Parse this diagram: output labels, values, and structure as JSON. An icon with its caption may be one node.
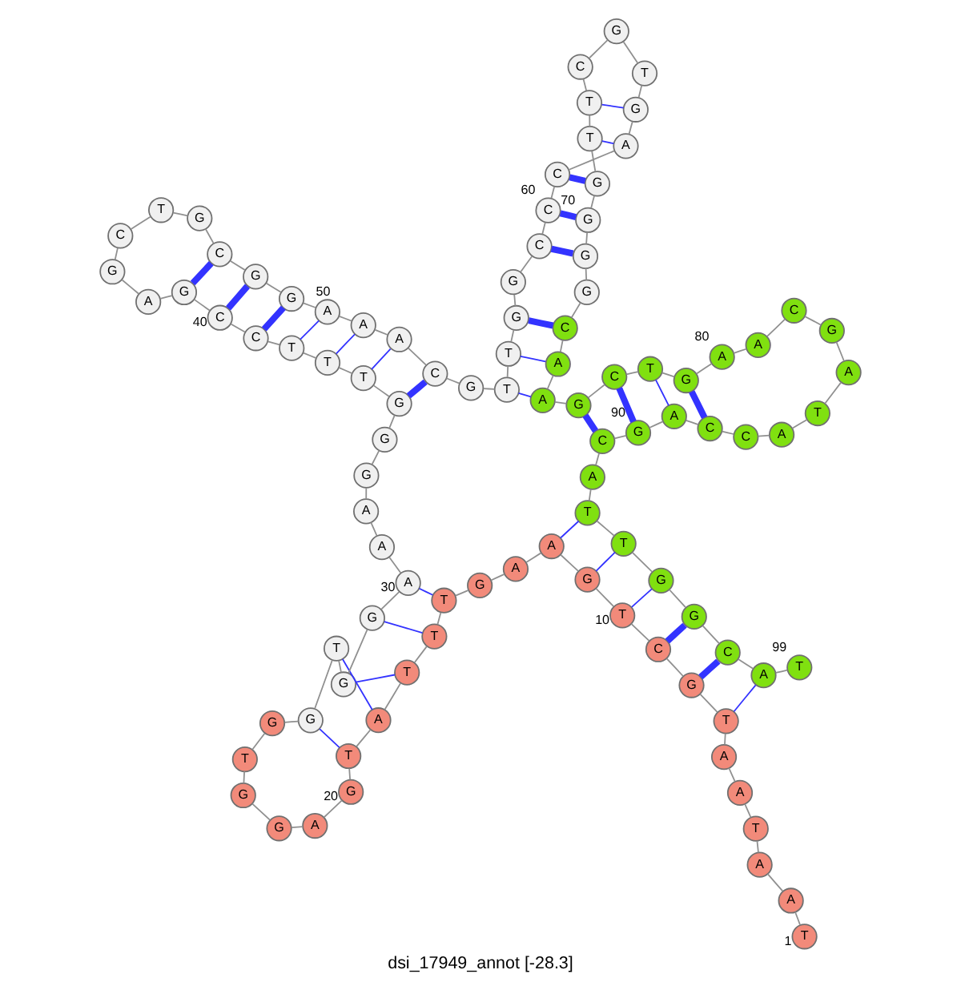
{
  "diagram": {
    "caption": "dsi_17949_annot [-28.3]",
    "nodes": [
      {
        "text": [
          "T"
        ],
        "beside": [
          "1"
        ]
      },
      {
        "text": [
          "A"
        ]
      },
      {
        "text": [
          "A"
        ]
      },
      {
        "text": [
          "T"
        ]
      },
      {
        "text": [
          "A"
        ]
      },
      {
        "text": [
          "A"
        ]
      },
      {
        "text": [
          "T"
        ]
      },
      {
        "text": [
          "G"
        ]
      },
      {
        "text": [
          "C"
        ]
      },
      {
        "text": [
          "T"
        ],
        "beside": [
          "10"
        ]
      },
      {
        "text": [
          "G"
        ]
      },
      {
        "text": [
          "A"
        ]
      },
      {
        "text": [
          "A"
        ]
      },
      {
        "text": [
          "G"
        ]
      },
      {
        "text": [
          "T"
        ]
      },
      {
        "text": [
          "T"
        ]
      },
      {
        "text": [
          "T"
        ]
      },
      {
        "text": [
          "A"
        ]
      },
      {
        "text": [
          "T"
        ]
      },
      {
        "text": [
          "G"
        ],
        "beside": [
          "20"
        ]
      },
      {
        "text": [
          "A"
        ]
      },
      {
        "text": [
          "G"
        ]
      },
      {
        "text": [
          "G"
        ]
      },
      {
        "text": [
          "T"
        ]
      },
      {
        "text": [
          "G"
        ]
      },
      {
        "text": [
          "G"
        ]
      },
      {
        "text": [
          "T"
        ]
      },
      {
        "text": [
          "G"
        ]
      },
      {
        "text": [
          "G"
        ]
      },
      {
        "text": [
          "A"
        ],
        "beside": [
          "30"
        ]
      },
      {
        "text": [
          "A"
        ]
      },
      {
        "text": [
          "A"
        ]
      },
      {
        "text": [
          "G"
        ]
      },
      {
        "text": [
          "G"
        ]
      },
      {
        "text": [
          "G"
        ]
      },
      {
        "text": [
          "T"
        ]
      },
      {
        "text": [
          "T"
        ]
      },
      {
        "text": [
          "T"
        ]
      },
      {
        "text": [
          "C"
        ]
      },
      {
        "text": [
          "C"
        ],
        "beside": [
          "40"
        ]
      },
      {
        "text": [
          "G"
        ]
      },
      {
        "text": [
          "A"
        ]
      },
      {
        "text": [
          "G"
        ]
      },
      {
        "text": [
          "C"
        ]
      },
      {
        "text": [
          "T"
        ]
      },
      {
        "text": [
          "G"
        ]
      },
      {
        "text": [
          "C"
        ]
      },
      {
        "text": [
          "G"
        ]
      },
      {
        "text": [
          "G"
        ]
      },
      {
        "text": [
          "A"
        ],
        "beside": [
          "50"
        ]
      },
      {
        "text": [
          "A"
        ]
      },
      {
        "text": [
          "A"
        ]
      },
      {
        "text": [
          "C"
        ]
      },
      {
        "text": [
          "G"
        ]
      },
      {
        "text": [
          "T"
        ]
      },
      {
        "text": [
          "T"
        ]
      },
      {
        "text": [
          "G"
        ]
      },
      {
        "text": [
          "G"
        ]
      },
      {
        "text": [
          "C"
        ]
      },
      {
        "text": [
          "C"
        ],
        "beside": [
          "60"
        ]
      },
      {
        "text": [
          "C"
        ]
      },
      {
        "text": [
          "A"
        ]
      },
      {
        "text": [
          "G"
        ]
      },
      {
        "text": [
          "T"
        ]
      },
      {
        "text": [
          "G"
        ]
      },
      {
        "text": [
          "C"
        ]
      },
      {
        "text": [
          "T"
        ]
      },
      {
        "text": [
          "T"
        ]
      },
      {
        "text": [
          "G"
        ]
      },
      {
        "text": [
          "G"
        ],
        "beside": [
          "70"
        ]
      },
      {
        "text": [
          "G"
        ]
      },
      {
        "text": [
          "G"
        ]
      },
      {
        "text": [
          "C"
        ]
      },
      {
        "text": [
          "A"
        ]
      },
      {
        "text": [
          "A"
        ]
      },
      {
        "text": [
          "G"
        ]
      },
      {
        "text": [
          "C"
        ]
      },
      {
        "text": [
          "T"
        ]
      },
      {
        "text": [
          "G"
        ]
      },
      {
        "text": [
          "A"
        ],
        "beside": [
          "80"
        ]
      },
      {
        "text": [
          "A"
        ]
      },
      {
        "text": [
          "C"
        ]
      },
      {
        "text": [
          "G"
        ]
      },
      {
        "text": [
          "A"
        ]
      },
      {
        "text": [
          "T"
        ]
      },
      {
        "text": [
          "A"
        ]
      },
      {
        "text": [
          "C"
        ]
      },
      {
        "text": [
          "C"
        ]
      },
      {
        "text": [
          "A"
        ]
      },
      {
        "text": [
          "G"
        ],
        "beside": [
          "90"
        ]
      },
      {
        "text": [
          "C"
        ]
      },
      {
        "text": [
          "A"
        ]
      },
      {
        "text": [
          "T"
        ]
      },
      {
        "text": [
          "T"
        ]
      },
      {
        "text": [
          "G"
        ]
      },
      {
        "text": [
          "G"
        ]
      },
      {
        "text": [
          "C"
        ]
      },
      {
        "text": [
          "A"
        ]
      },
      {
        "text": [
          "T"
        ],
        "beside": [
          "99"
        ]
      }
    ],
    "edges": [
      {
        "from": 0,
        "to": 1,
        "arrow": "none"
      },
      {
        "from": 1,
        "to": 2,
        "arrow": "none"
      },
      {
        "from": 2,
        "to": 3,
        "arrow": "none"
      },
      {
        "from": 3,
        "to": 4,
        "arrow": "none"
      },
      {
        "from": 4,
        "to": 5,
        "arrow": "none"
      },
      {
        "from": 5,
        "to": 6,
        "arrow": "none"
      },
      {
        "from": 6,
        "to": 7,
        "arrow": "none"
      },
      {
        "from": 7,
        "to": 8,
        "arrow": "none"
      },
      {
        "from": 8,
        "to": 9,
        "arrow": "none"
      },
      {
        "from": 9,
        "to": 10,
        "arrow": "none"
      },
      {
        "from": 10,
        "to": 11,
        "arrow": "none"
      },
      {
        "from": 11,
        "to": 12,
        "arrow": "none"
      },
      {
        "from": 12,
        "to": 13,
        "arrow": "none"
      },
      {
        "from": 13,
        "to": 14,
        "arrow": "none"
      },
      {
        "from": 14,
        "to": 15,
        "arrow": "none"
      },
      {
        "from": 15,
        "to": 16,
        "arrow": "none"
      },
      {
        "from": 16,
        "to": 17,
        "arrow": "none"
      },
      {
        "from": 17,
        "to": 18,
        "arrow": "none"
      },
      {
        "from": 18,
        "to": 19,
        "arrow": "none"
      },
      {
        "from": 19,
        "to": 20,
        "arrow": "none"
      },
      {
        "from": 20,
        "to": 21,
        "arrow": "none"
      },
      {
        "from": 21,
        "to": 22,
        "arrow": "none"
      },
      {
        "from": 22,
        "to": 23,
        "arrow": "none"
      },
      {
        "from": 23,
        "to": 24,
        "arrow": "none"
      },
      {
        "from": 24,
        "to": 25,
        "arrow": "none"
      },
      {
        "from": 25,
        "to": 26,
        "arrow": "none"
      },
      {
        "from": 26,
        "to": 27,
        "arrow": "none"
      },
      {
        "from": 27,
        "to": 28,
        "arrow": "none"
      },
      {
        "from": 28,
        "to": 29,
        "arrow": "none"
      },
      {
        "from": 29,
        "to": 30,
        "arrow": "none"
      },
      {
        "from": 30,
        "to": 31,
        "arrow": "none"
      },
      {
        "from": 31,
        "to": 32,
        "arrow": "none"
      },
      {
        "from": 32,
        "to": 33,
        "arrow": "none"
      },
      {
        "from": 33,
        "to": 34,
        "arrow": "none"
      },
      {
        "from": 34,
        "to": 35,
        "arrow": "none"
      },
      {
        "from": 35,
        "to": 36,
        "arrow": "none"
      },
      {
        "from": 36,
        "to": 37,
        "arrow": "none"
      },
      {
        "from": 37,
        "to": 38,
        "arrow": "none"
      },
      {
        "from": 38,
        "to": 39,
        "arrow": "none"
      },
      {
        "from": 39,
        "to": 40,
        "arrow": "none"
      },
      {
        "from": 40,
        "to": 41,
        "arrow": "none"
      },
      {
        "from": 41,
        "to": 42,
        "arrow": "none"
      },
      {
        "from": 42,
        "to": 43,
        "arrow": "none"
      },
      {
        "from": 43,
        "to": 44,
        "arrow": "none"
      },
      {
        "from": 44,
        "to": 45,
        "arrow": "none"
      },
      {
        "from": 45,
        "to": 46,
        "arrow": "none"
      },
      {
        "from": 46,
        "to": 47,
        "arrow": "none"
      },
      {
        "from": 47,
        "to": 48,
        "arrow": "none"
      },
      {
        "from": 48,
        "to": 49,
        "arrow": "none"
      },
      {
        "from": 49,
        "to": 50,
        "arrow": "none"
      },
      {
        "from": 50,
        "to": 51,
        "arrow": "none"
      },
      {
        "from": 51,
        "to": 52,
        "arrow": "none"
      },
      {
        "from": 52,
        "to": 53,
        "arrow": "none"
      },
      {
        "from": 53,
        "to": 54,
        "arrow": "none"
      },
      {
        "from": 54,
        "to": 55,
        "arrow": "none"
      },
      {
        "from": 55,
        "to": 56,
        "arrow": "none"
      },
      {
        "from": 56,
        "to": 57,
        "arrow": "none"
      },
      {
        "from": 57,
        "to": 58,
        "arrow": "none"
      },
      {
        "from": 58,
        "to": 59,
        "arrow": "none"
      },
      {
        "from": 59,
        "to": 60,
        "arrow": "none"
      },
      {
        "from": 60,
        "to": 61,
        "arrow": "none"
      },
      {
        "from": 61,
        "to": 62,
        "arrow": "none"
      },
      {
        "from": 62,
        "to": 63,
        "arrow": "none"
      },
      {
        "from": 63,
        "to": 64,
        "arrow": "none"
      },
      {
        "from": 64,
        "to": 65,
        "arrow": "none"
      },
      {
        "from": 65,
        "to": 66,
        "arrow": "none"
      },
      {
        "from": 66,
        "to": 67,
        "arrow": "none"
      },
      {
        "from": 67,
        "to": 68,
        "arrow": "none"
      },
      {
        "from": 68,
        "to": 69,
        "arrow": "none"
      },
      {
        "from": 69,
        "to": 70,
        "arrow": "none"
      },
      {
        "from": 70,
        "to": 71,
        "arrow": "none"
      },
      {
        "from": 71,
        "to": 72,
        "arrow": "none"
      },
      {
        "from": 72,
        "to": 73,
        "arrow": "none"
      },
      {
        "from": 73,
        "to": 74,
        "arrow": "none"
      },
      {
        "from": 74,
        "to": 75,
        "arrow": "none"
      },
      {
        "from": 75,
        "to": 76,
        "arrow": "none"
      },
      {
        "from": 76,
        "to": 77,
        "arrow": "none"
      },
      {
        "from": 77,
        "to": 78,
        "arrow": "none"
      },
      {
        "from": 78,
        "to": 79,
        "arrow": "none"
      },
      {
        "from": 79,
        "to": 80,
        "arrow": "none"
      },
      {
        "from": 80,
        "to": 81,
        "arrow": "none"
      },
      {
        "from": 81,
        "to": 82,
        "arrow": "none"
      },
      {
        "from": 82,
        "to": 83,
        "arrow": "none"
      },
      {
        "from": 83,
        "to": 84,
        "arrow": "none"
      },
      {
        "from": 84,
        "to": 85,
        "arrow": "none"
      },
      {
        "from": 85,
        "to": 86,
        "arrow": "none"
      },
      {
        "from": 86,
        "to": 87,
        "arrow": "none"
      },
      {
        "from": 87,
        "to": 88,
        "arrow": "none"
      },
      {
        "from": 88,
        "to": 89,
        "arrow": "none"
      },
      {
        "from": 89,
        "to": 90,
        "arrow": "none"
      },
      {
        "from": 90,
        "to": 91,
        "arrow": "none"
      },
      {
        "from": 91,
        "to": 92,
        "arrow": "none"
      },
      {
        "from": 92,
        "to": 93,
        "arrow": "none"
      },
      {
        "from": 93,
        "to": 94,
        "arrow": "none"
      },
      {
        "from": 94,
        "to": 95,
        "arrow": "none"
      },
      {
        "from": 95,
        "to": 96,
        "arrow": "none"
      },
      {
        "from": 96,
        "to": 97,
        "arrow": "none"
      },
      {
        "from": 97,
        "to": 98,
        "arrow": "none"
      },
      {
        "from": 6,
        "to": 97,
        "arrow": "none",
        "color": "#3333ff"
      },
      {
        "from": 7,
        "to": 96,
        "arrow": "none",
        "style": "thick",
        "color": "#3333ff"
      },
      {
        "from": 8,
        "to": 95,
        "arrow": "none",
        "style": "thick",
        "color": "#3333ff"
      },
      {
        "from": 9,
        "to": 94,
        "arrow": "none",
        "color": "#3333ff"
      },
      {
        "from": 10,
        "to": 93,
        "arrow": "none",
        "color": "#3333ff"
      },
      {
        "from": 11,
        "to": 92,
        "arrow": "none",
        "color": "#3333ff"
      },
      {
        "from": 14,
        "to": 29,
        "arrow": "none",
        "color": "#3333ff"
      },
      {
        "from": 15,
        "to": 28,
        "arrow": "none",
        "color": "#3333ff"
      },
      {
        "from": 16,
        "to": 27,
        "arrow": "none",
        "color": "#3333ff"
      },
      {
        "from": 17,
        "to": 26,
        "arrow": "none",
        "color": "#3333ff"
      },
      {
        "from": 18,
        "to": 25,
        "arrow": "none",
        "color": "#3333ff"
      },
      {
        "from": 34,
        "to": 52,
        "arrow": "none",
        "style": "thick",
        "color": "#3333ff"
      },
      {
        "from": 35,
        "to": 51,
        "arrow": "none",
        "color": "#3333ff"
      },
      {
        "from": 36,
        "to": 50,
        "arrow": "none",
        "color": "#3333ff"
      },
      {
        "from": 37,
        "to": 49,
        "arrow": "none",
        "color": "#3333ff"
      },
      {
        "from": 38,
        "to": 48,
        "arrow": "none",
        "style": "thick",
        "color": "#3333ff"
      },
      {
        "from": 39,
        "to": 47,
        "arrow": "none",
        "style": "thick",
        "color": "#3333ff"
      },
      {
        "from": 40,
        "to": 46,
        "arrow": "none",
        "style": "thick",
        "color": "#3333ff"
      },
      {
        "from": 54,
        "to": 74,
        "arrow": "none",
        "color": "#3333ff"
      },
      {
        "from": 55,
        "to": 73,
        "arrow": "none",
        "color": "#3333ff"
      },
      {
        "from": 56,
        "to": 72,
        "arrow": "none",
        "style": "thick",
        "color": "#3333ff"
      },
      {
        "from": 58,
        "to": 70,
        "arrow": "none",
        "style": "thick",
        "color": "#3333ff"
      },
      {
        "from": 59,
        "to": 69,
        "arrow": "none",
        "style": "thick",
        "color": "#3333ff"
      },
      {
        "from": 60,
        "to": 68,
        "arrow": "none",
        "style": "thick",
        "color": "#3333ff"
      },
      {
        "from": 61,
        "to": 67,
        "arrow": "none",
        "color": "#3333ff"
      },
      {
        "from": 62,
        "to": 66,
        "arrow": "none",
        "color": "#3333ff"
      },
      {
        "from": 75,
        "to": 90,
        "arrow": "none",
        "style": "thick",
        "color": "#3333ff"
      },
      {
        "from": 76,
        "to": 89,
        "arrow": "none",
        "style": "thick",
        "color": "#3333ff"
      },
      {
        "from": 77,
        "to": 88,
        "arrow": "none",
        "color": "#3333ff"
      },
      {
        "from": 78,
        "to": 87,
        "arrow": "none",
        "style": "thick",
        "color": "#3333ff"
      }
    ]
  }
}
